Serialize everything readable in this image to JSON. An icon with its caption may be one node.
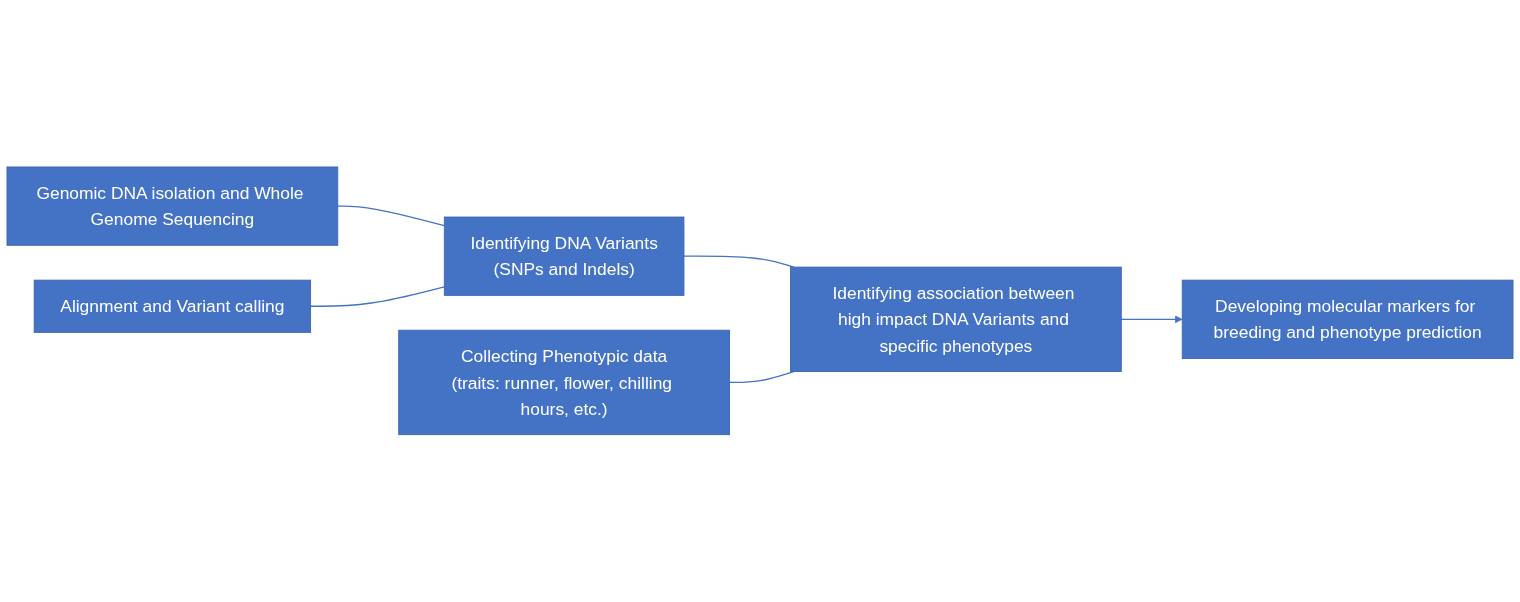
{
  "diagram": {
    "nodes": [
      {
        "text": [
          "Genomic DNA isolation and Whole Genome Sequencing"
        ]
      },
      {
        "text": [
          "Alignment and Variant calling"
        ]
      },
      {
        "text": [
          "Identifying DNA Variants",
          "(SNPs and Indels)"
        ]
      },
      {
        "text": [
          "Collecting Phenotypic data",
          "(traits: runner, flower, chilling hours, etc.)"
        ]
      },
      {
        "text": [
          "Identifying association between high impact DNA Variants and specific phenotypes"
        ]
      },
      {
        "text": [
          "Developing molecular markers for breeding and phenotype prediction"
        ]
      }
    ],
    "edges": [
      {
        "from": 0,
        "to": 2,
        "arrow": "none"
      },
      {
        "from": 1,
        "to": 2,
        "arrow": "none"
      },
      {
        "from": 2,
        "to": 4,
        "arrow": "none"
      },
      {
        "from": 3,
        "to": 4,
        "arrow": "none"
      },
      {
        "from": 4,
        "to": 5,
        "arrow": "to"
      }
    ]
  }
}
